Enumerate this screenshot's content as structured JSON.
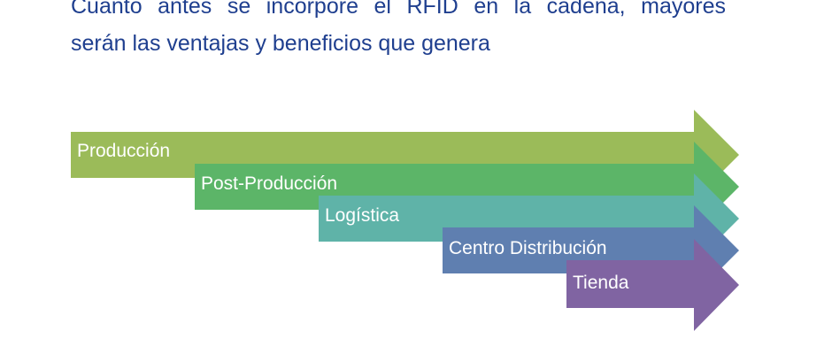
{
  "heading": {
    "line1": "Cuanto antes se incorpore el RFID en la cadena, mayores",
    "line2": "serán las ventajas y beneficios que genera"
  },
  "stages": [
    {
      "label": "Producción",
      "color": "#9bbb59"
    },
    {
      "label": "Post-Producción",
      "color": "#5cb568"
    },
    {
      "label": "Logística",
      "color": "#5fb3a8"
    },
    {
      "label": "Centro Distribución",
      "color": "#5f7fb0"
    },
    {
      "label": "Tienda",
      "color": "#8064a2"
    }
  ]
}
